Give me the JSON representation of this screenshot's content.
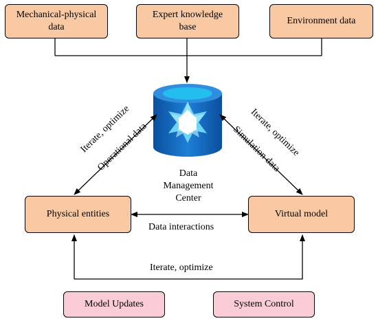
{
  "inputs": {
    "mechanical": "Mechanical-physical data",
    "expert": "Expert knowledge base",
    "environment": "Environment data"
  },
  "center": {
    "label_line1": "Data",
    "label_line2": "Management",
    "label_line3": "Center"
  },
  "entities": {
    "physical": "Physical entities",
    "virtual": "Virtual model"
  },
  "edges": {
    "left_iterate": "Iterate, optimize",
    "left_operational": "Operational data",
    "right_iterate": "Iterate, optimize",
    "right_simulation": "Simulation data",
    "data_interactions": "Data interactions",
    "bottom_iterate": "Iterate, optimize"
  },
  "outputs": {
    "model_updates": "Model Updates",
    "system_control": "System Control"
  },
  "colors": {
    "box_fill": "#f9c9a3",
    "output_fill": "#f9ccd6",
    "cylinder_blue": "#1976d2",
    "cylinder_top": "#22b8ee"
  }
}
